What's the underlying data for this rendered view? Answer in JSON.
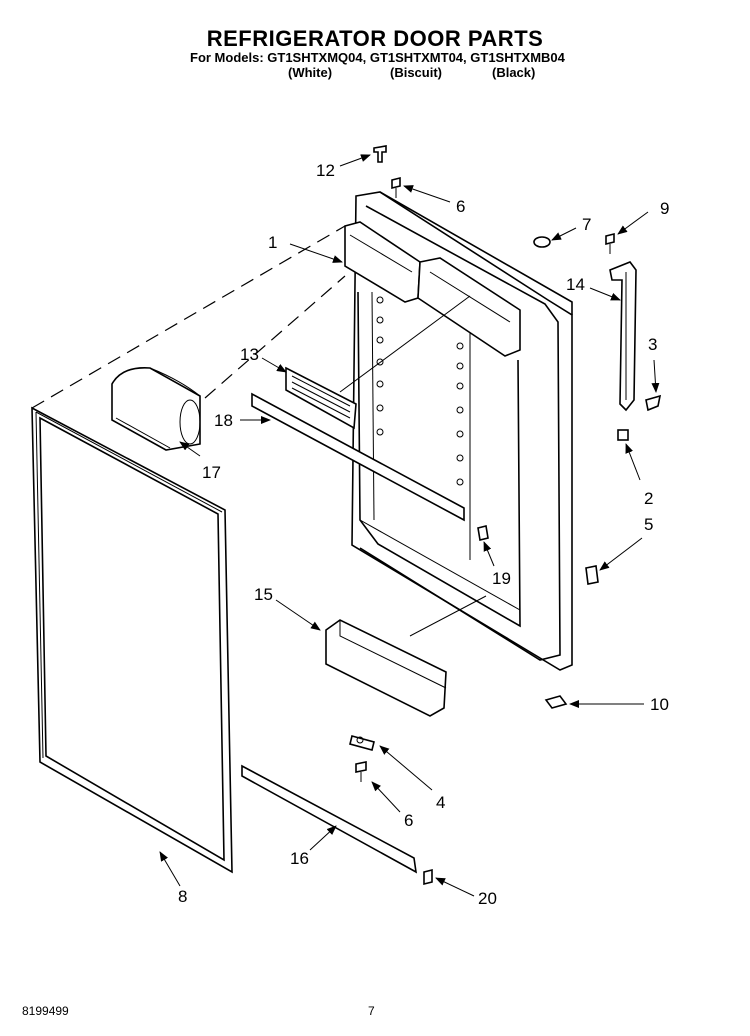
{
  "header": {
    "title": "REFRIGERATOR DOOR PARTS",
    "models_line": "For Models: GT1SHTXMQ04, GT1SHTXMT04, GT1SHTXMB04",
    "color_white": "(White)",
    "color_biscuit": "(Biscuit)",
    "color_black": "(Black)"
  },
  "callouts": {
    "c1": "1",
    "c2": "2",
    "c3": "3",
    "c4": "4",
    "c5": "5",
    "c6a": "6",
    "c6b": "6",
    "c7": "7",
    "c8": "8",
    "c9": "9",
    "c10": "10",
    "c12": "12",
    "c13": "13",
    "c14": "14",
    "c15": "15",
    "c16": "16",
    "c17": "17",
    "c18": "18",
    "c19": "19",
    "c20": "20"
  },
  "footer": {
    "doc_number": "8199499",
    "page_number": "7"
  }
}
